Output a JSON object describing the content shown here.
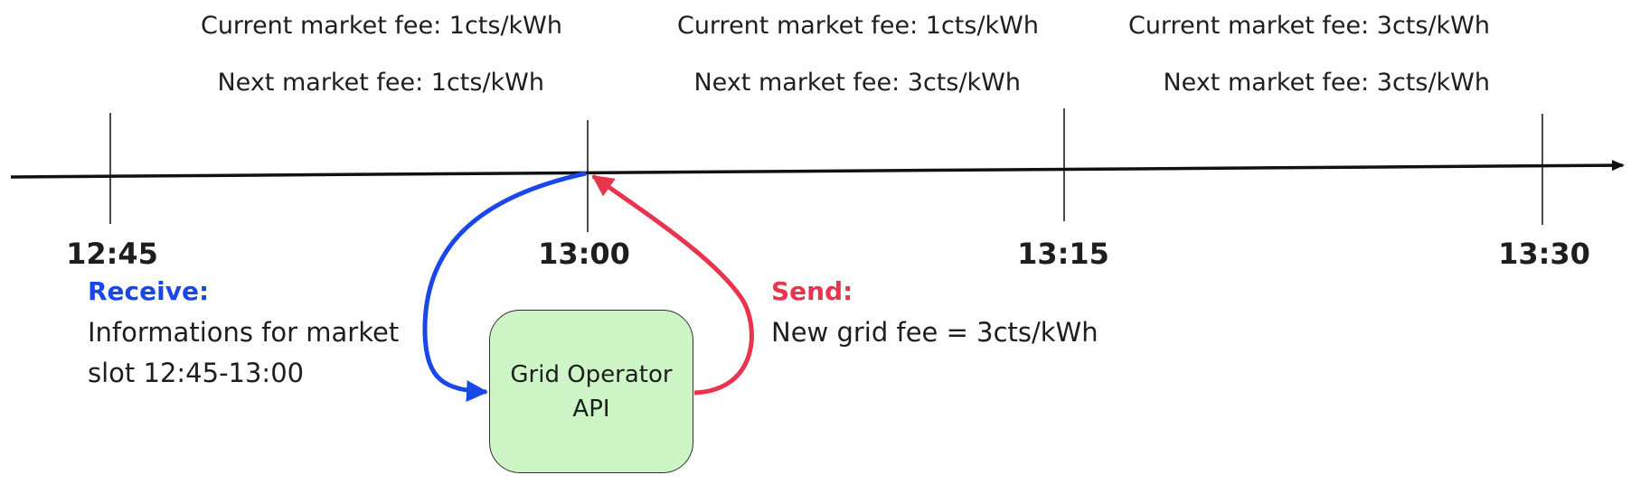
{
  "timeline": {
    "ticks": [
      "12:45",
      "13:00",
      "13:15",
      "13:30"
    ]
  },
  "slots": [
    {
      "current_fee": "Current market fee: 1cts/kWh",
      "next_fee": "Next market fee: 1cts/kWh"
    },
    {
      "current_fee": "Current market fee: 1cts/kWh",
      "next_fee": "Next market fee: 3cts/kWh"
    },
    {
      "current_fee": "Current market fee: 3cts/kWh",
      "next_fee": "Next market fee: 3cts/kWh"
    }
  ],
  "receive": {
    "heading": "Receive:",
    "line1": "Informations for market",
    "line2": "slot 12:45-13:00"
  },
  "send": {
    "heading": "Send:",
    "line1": "New grid fee = 3cts/kWh"
  },
  "api_box": {
    "label": "Grid Operator\nAPI"
  },
  "colors": {
    "receive": "#1a47e8",
    "send": "#e8344d",
    "api_fill": "#cdf5c6",
    "line": "#111111"
  }
}
